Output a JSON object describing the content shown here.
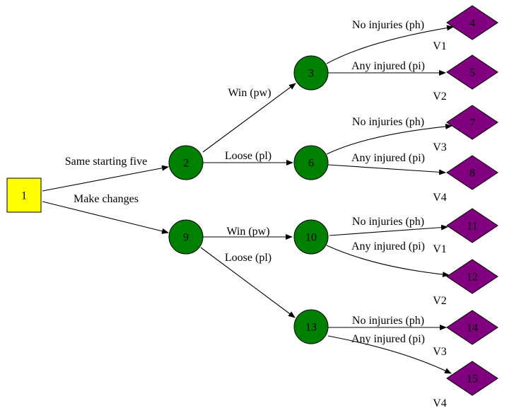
{
  "colors": {
    "decision": "#ffff00",
    "chance": "#008000",
    "terminal": "#800080",
    "stroke": "#000000"
  },
  "nodes": [
    {
      "id": "n1",
      "label": "1",
      "kind": "decision"
    },
    {
      "id": "n2",
      "label": "2",
      "kind": "chance"
    },
    {
      "id": "n9",
      "label": "9",
      "kind": "chance"
    },
    {
      "id": "n3",
      "label": "3",
      "kind": "chance"
    },
    {
      "id": "n6",
      "label": "6",
      "kind": "chance"
    },
    {
      "id": "n10",
      "label": "10",
      "kind": "chance"
    },
    {
      "id": "n13",
      "label": "13",
      "kind": "chance"
    },
    {
      "id": "n4",
      "label": "4",
      "kind": "terminal",
      "value": "V1"
    },
    {
      "id": "n5",
      "label": "5",
      "kind": "terminal",
      "value": "V2"
    },
    {
      "id": "n7",
      "label": "7",
      "kind": "terminal",
      "value": "V3"
    },
    {
      "id": "n8",
      "label": "8",
      "kind": "terminal",
      "value": "V4"
    },
    {
      "id": "n11",
      "label": "11",
      "kind": "terminal",
      "value": "V1"
    },
    {
      "id": "n12",
      "label": "12",
      "kind": "terminal",
      "value": "V2"
    },
    {
      "id": "n14",
      "label": "14",
      "kind": "terminal",
      "value": "V3"
    },
    {
      "id": "n15",
      "label": "15",
      "kind": "terminal",
      "value": "V4"
    }
  ],
  "edges": [
    {
      "from": "n1",
      "to": "n2",
      "label": "Same starting five"
    },
    {
      "from": "n1",
      "to": "n9",
      "label": "Make changes"
    },
    {
      "from": "n2",
      "to": "n3",
      "label": "Win (pw)"
    },
    {
      "from": "n2",
      "to": "n6",
      "label": "Loose (pl)"
    },
    {
      "from": "n9",
      "to": "n10",
      "label": "Win (pw)"
    },
    {
      "from": "n9",
      "to": "n13",
      "label": "Loose (pl)"
    },
    {
      "from": "n3",
      "to": "n4",
      "label": "No injuries (ph)"
    },
    {
      "from": "n3",
      "to": "n5",
      "label": "Any injured (pi)"
    },
    {
      "from": "n6",
      "to": "n7",
      "label": "No injuries (ph)"
    },
    {
      "from": "n6",
      "to": "n8",
      "label": "Any injured (pi)"
    },
    {
      "from": "n10",
      "to": "n11",
      "label": "No injuries (ph)"
    },
    {
      "from": "n10",
      "to": "n12",
      "label": "Any injured (pi)"
    },
    {
      "from": "n13",
      "to": "n14",
      "label": "No injuries (ph)"
    },
    {
      "from": "n13",
      "to": "n15",
      "label": "Any injured (pi)"
    }
  ]
}
